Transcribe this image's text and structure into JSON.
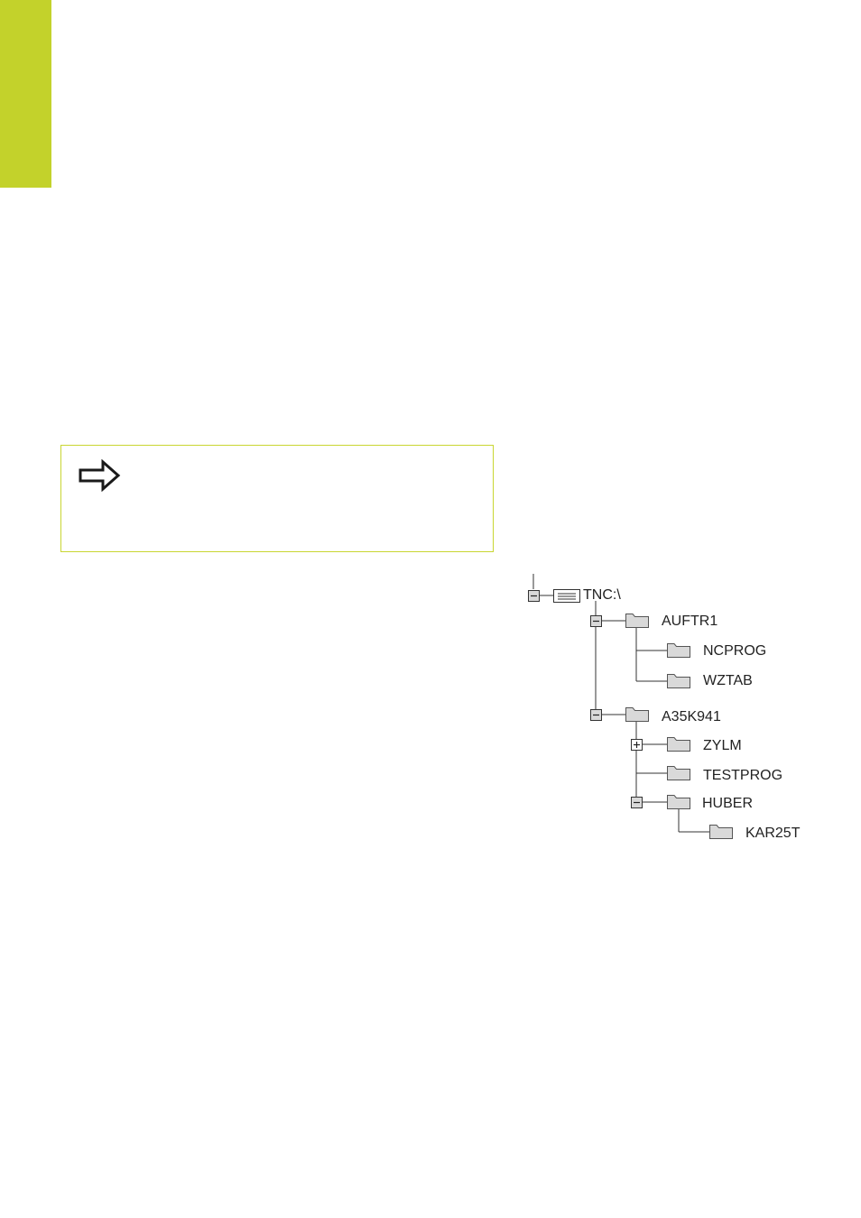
{
  "page": {
    "accent_color": "#c9d632"
  },
  "side_tab": {
    "color": "#c3d22b"
  },
  "note": {
    "icon": "arrow-right-icon",
    "border_color": "#c9d632"
  },
  "tree": {
    "root": {
      "label": "TNC:\\",
      "icon": "drive-icon",
      "expander": "minus"
    },
    "nodes": [
      {
        "label": "AUFTR1",
        "icon": "folder-icon",
        "expander": "minus",
        "level": 1
      },
      {
        "label": "NCPROG",
        "icon": "folder-icon",
        "expander": "none",
        "level": 2
      },
      {
        "label": "WZTAB",
        "icon": "folder-icon",
        "expander": "none",
        "level": 2
      },
      {
        "label": "A35K941",
        "icon": "folder-icon",
        "expander": "minus",
        "level": 1
      },
      {
        "label": "ZYLM",
        "icon": "folder-icon",
        "expander": "plus",
        "level": 2
      },
      {
        "label": "TESTPROG",
        "icon": "folder-icon",
        "expander": "none",
        "level": 2
      },
      {
        "label": "HUBER",
        "icon": "folder-icon",
        "expander": "minus",
        "level": 2
      },
      {
        "label": "KAR25T",
        "icon": "folder-icon",
        "expander": "none",
        "level": 3
      }
    ]
  }
}
